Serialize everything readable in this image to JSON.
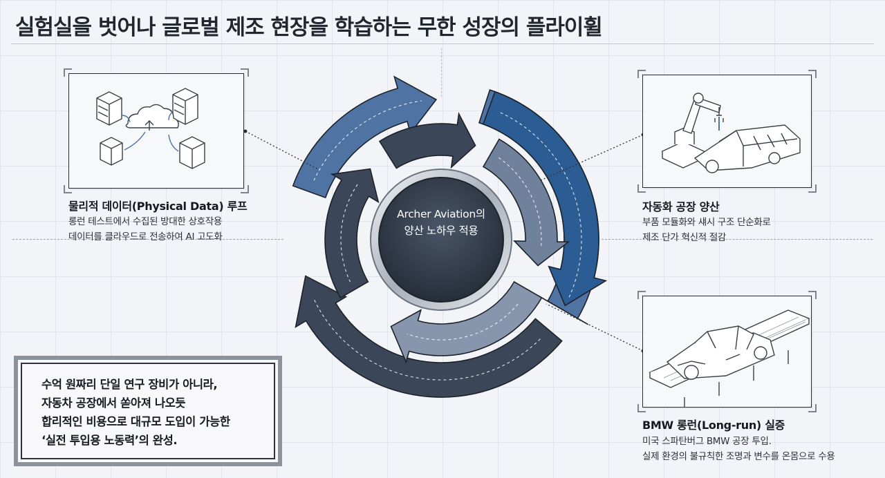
{
  "title": "실험실을 벗어나 글로벌 제조 현장을 학습하는 무한 성장의 플라이휠",
  "center": {
    "line1": "Archer Aviation의",
    "line2": "양산 노하우 적용"
  },
  "items": [
    {
      "title": "물리적 데이터(Physical Data) 루프",
      "desc": [
        "롱런 테스트에서 수집된 방대한 상호작용",
        "데이터를 클라우드로 전송하여 AI 고도화"
      ]
    },
    {
      "title": "자동화 공장 양산",
      "desc": [
        "부품 모듈화와 섀시 구조 단순화로",
        "제조 단가 혁신적 절감"
      ]
    },
    {
      "title": "BMW 롱런(Long-run) 실증",
      "desc": [
        "미국 스파탄버그 BMW 공장 투입.",
        "실제 환경의 불규칙한 조명과 변수를 온몸으로 수용"
      ]
    }
  ],
  "quote": [
    "수억 원짜리 단일 연구 장비가 아니라,",
    "자동차 공장에서 쏟아져 나오듯",
    "합리적인 비용으로 대규모 도입이 가능한",
    "‘실전 투입용 노동력’의 완성."
  ],
  "colors": {
    "outer_ring": "#4f73a3",
    "middle_ring": "#6f819b",
    "inner_dark": "#3b4658",
    "hub": "#2f3846",
    "accent": "#2b5d94"
  },
  "icons": [
    "server-cloud-network-icon",
    "robot-arm-car-assembly-icon",
    "conveyor-car-icon"
  ]
}
